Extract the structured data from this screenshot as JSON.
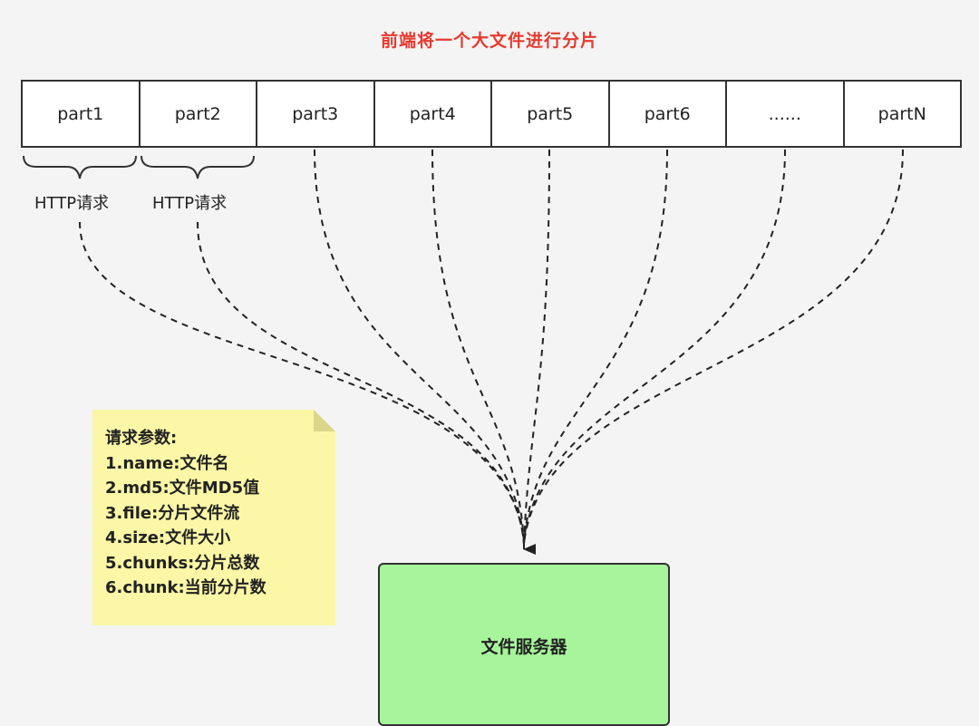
{
  "title": "前端将一个大文件进行分片",
  "parts": [
    "part1",
    "part2",
    "part3",
    "part4",
    "part5",
    "part6",
    "......",
    "partN"
  ],
  "http_labels": [
    "HTTP请求",
    "HTTP请求"
  ],
  "note": {
    "heading": "请求参数:",
    "items": [
      "1.name:文件名",
      "2.md5:文件MD5值",
      "3.file:分片文件流",
      "4.size:文件大小",
      "5.chunks:分片总数",
      "6.chunk:当前分片数"
    ]
  },
  "server_label": "文件服务器",
  "colors": {
    "title": "#e8392e",
    "note_bg": "#fbf7a6",
    "server_bg": "#a6f59a",
    "background": "#f4f4f4"
  }
}
